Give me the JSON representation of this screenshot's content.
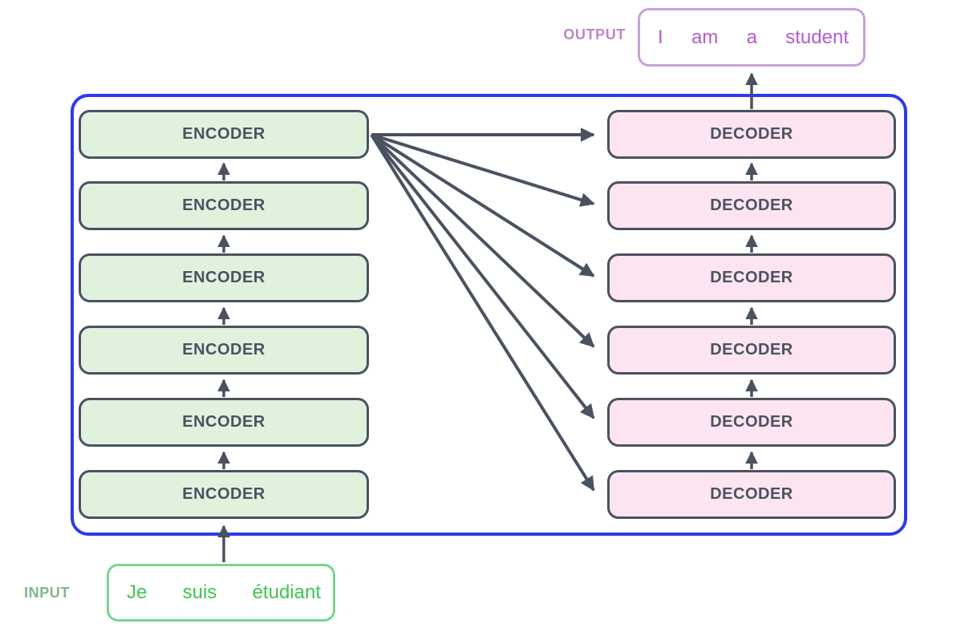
{
  "diagram": {
    "title": "transformer-encoder-decoder-stack",
    "output_label": "OUTPUT",
    "input_label": "INPUT",
    "output_box": {
      "words": [
        "I",
        "am",
        "a",
        "student"
      ]
    },
    "input_box": {
      "words": [
        "Je",
        "suis",
        "étudiant"
      ]
    },
    "encoders": [
      {
        "label": "ENCODER"
      },
      {
        "label": "ENCODER"
      },
      {
        "label": "ENCODER"
      },
      {
        "label": "ENCODER"
      },
      {
        "label": "ENCODER"
      },
      {
        "label": "ENCODER"
      }
    ],
    "decoders": [
      {
        "label": "DECODER"
      },
      {
        "label": "DECODER"
      },
      {
        "label": "DECODER"
      },
      {
        "label": "DECODER"
      },
      {
        "label": "DECODER"
      },
      {
        "label": "DECODER"
      }
    ],
    "colors": {
      "container_border": "#2b3af0",
      "encoder_fill": "#e0f1de",
      "decoder_fill": "#fce4f0",
      "box_border": "#4a5260",
      "arrow": "#4a5260",
      "output_border": "#c9a0d8",
      "output_text": "#b45ccc",
      "output_label_color": "#c185c6",
      "input_border": "#7cd38f",
      "input_text": "#41c452",
      "input_label_color": "#83b48c"
    }
  }
}
